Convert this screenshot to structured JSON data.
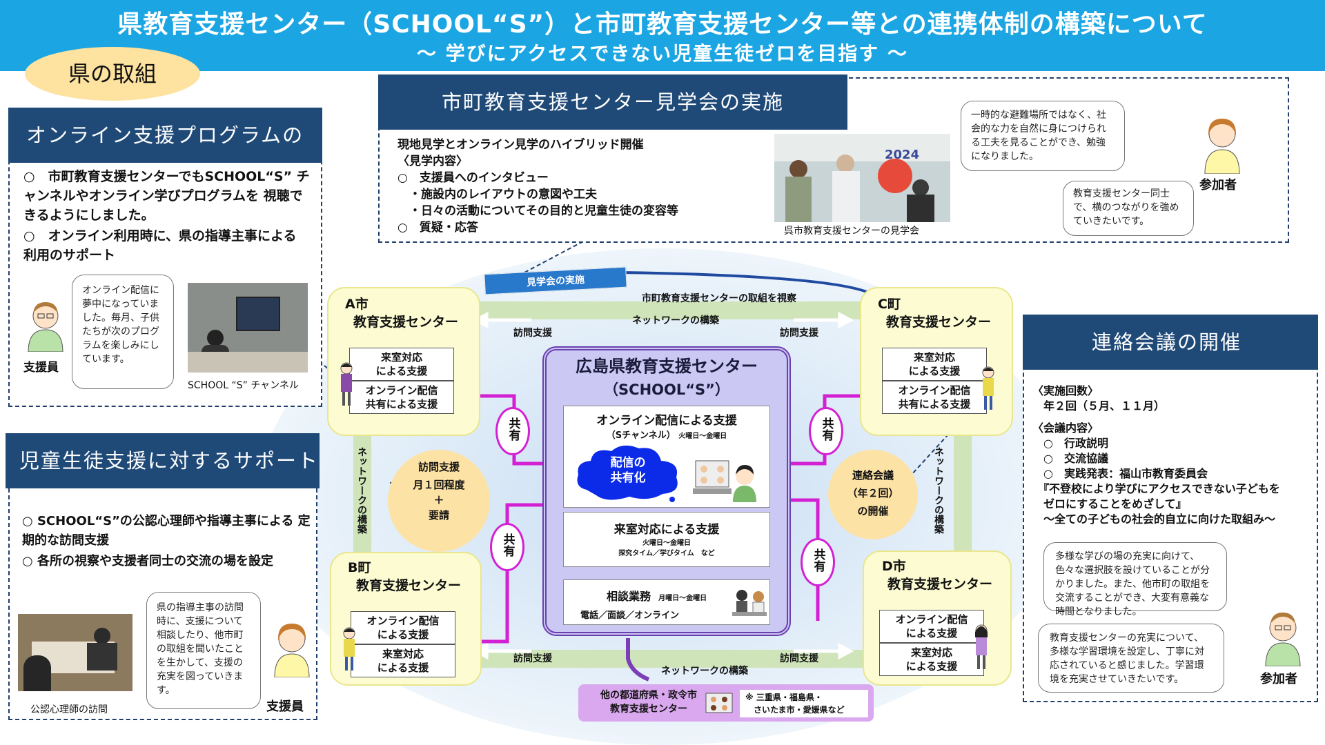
{
  "header": {
    "title": "県教育支援センター（SCHOOL“S”）と市町教育支援センター等との連携体制の構築について",
    "subtitle": "～ 学びにアクセスできない児童生徒ゼロを目指す ～"
  },
  "tag": "県の取組",
  "online": {
    "title": "オンライン支援プログラムの共有",
    "items": [
      "○　市町教育支援センターでもSCHOOL“S” チャンネルやオンライン学びプログラムを 視聴できるようにしました。",
      "○　オンライン利用時に、県の指導主事による 利用のサポート"
    ],
    "bubble": "オンライン配信に夢中になっていました。毎月、子供たちが次のプログラムを楽しみにしています。",
    "person": "支援員",
    "caption": "SCHOOL “S” チャンネル"
  },
  "tour": {
    "title": "市町教育支援センター見学会の実施",
    "lines": [
      "現地見学とオンライン見学のハイブリッド開催",
      "〈見学内容〉",
      "○　支援員へのインタビュー",
      "　・施設内のレイアウトの意図や工夫",
      "　・日々の活動についてその目的と児童生徒の変容等",
      "○　質疑・応答"
    ],
    "caption": "呉市教育支援センターの見学会",
    "photo_text": "2024",
    "bubble1": "一時的な避難場所ではなく、社会的な力を自然に身につけられる工夫を見ることができ、勉強になりました。",
    "bubble2": "教育支援センター同士で、横のつながりを強めていきたいです。",
    "person": "参加者"
  },
  "student": {
    "title": "児童生徒支援に対するサポート",
    "items": [
      "○ SCHOOL“S”の公認心理師や指導主事による 定期的な訪問支援",
      "○ 各所の視察や支援者同士の交流の場を設定"
    ],
    "bubble": "県の指導主事の訪問時に、支援について相談したり、他市町の取組を聞いたことを生かして、支援の充実を図っていきます。",
    "caption": "公認心理師の訪問",
    "person": "支援員"
  },
  "meeting": {
    "title": "連絡会議の開催",
    "lines": [
      "〈実施回数〉",
      "　年２回（５月、１１月）",
      "〈会議内容〉",
      "　○　行政説明",
      "　○　交流協議",
      "　○　実践発表：福山市教育委員会",
      "　『不登校により学びにアクセスできない子どもを",
      "　ゼロにすることをめざして』",
      "　～全ての子どもの社会的自立に向けた取組み～"
    ],
    "bubble1": "多様な学びの場の充実に向けて、色々な選択肢を設けていることが分かりました。また、他市町の取組を交流することができ、大変有意義な時間となりました。",
    "bubble2": "教育支援センターの充実について、多様な学習環境を設定し、丁寧に対応されていると感じました。学習環境を充実させていきたいです。",
    "person": "参加者"
  },
  "diagram": {
    "arrow_label": "見学会の実施",
    "view_label": "市町教育支援センターの取組を視察",
    "network": "ネットワークの構築",
    "visit": "訪問支援",
    "share": "共有",
    "A": {
      "name1": "A市",
      "name2": "教育支援センター",
      "cell1": "来室対応\nによる支援",
      "cell2": "オンライン配信\n共有による支援"
    },
    "C": {
      "name1": "C町",
      "name2": "教育支援センター",
      "cell1": "来室対応\nによる支援",
      "cell2": "オンライン配信\n共有による支援"
    },
    "B": {
      "name1": "B町",
      "name2": "教育支援センター",
      "cell1": "オンライン配信\nによる支援",
      "cell2": "来室対応\nによる支援"
    },
    "D": {
      "name1": "D市",
      "name2": "教育支援センター",
      "cell1": "オンライン配信\nによる支援",
      "cell2": "来室対応\nによる支援"
    },
    "center": {
      "title1": "広島県教育支援センター",
      "title2": "（SCHOOL“S”）",
      "online": "オンライン配信による支援",
      "channel": "（Sチャンネル）",
      "online_days": "火曜日～金曜日",
      "cloud": "配信の\n共有化",
      "visit": "来室対応による支援",
      "visit_days": "火曜日～金曜日",
      "visit_sub": "探究タイム／学びタイム　など",
      "consult": "相談業務",
      "consult_days": "月曜日～金曜日",
      "consult_sub": "電話／面談／オンライン"
    },
    "circle_left": {
      "l1": "訪問支援",
      "l2": "月１回程度",
      "l3": "＋",
      "l4": "要請"
    },
    "circle_right": {
      "l1": "連絡会議",
      "l2": "（年２回）",
      "l3": "の開催"
    },
    "other": {
      "name": "他の都道府県・政令市\n教育支援センター",
      "note": "※ 三重県・福島県・\n　さいたま市・愛媛県など"
    }
  },
  "colors": {
    "header": "#1ba6e3",
    "navy": "#1f4a78",
    "magenta": "#d320d3",
    "purple": "#6a3fae",
    "lavender": "#ccc8f4"
  }
}
